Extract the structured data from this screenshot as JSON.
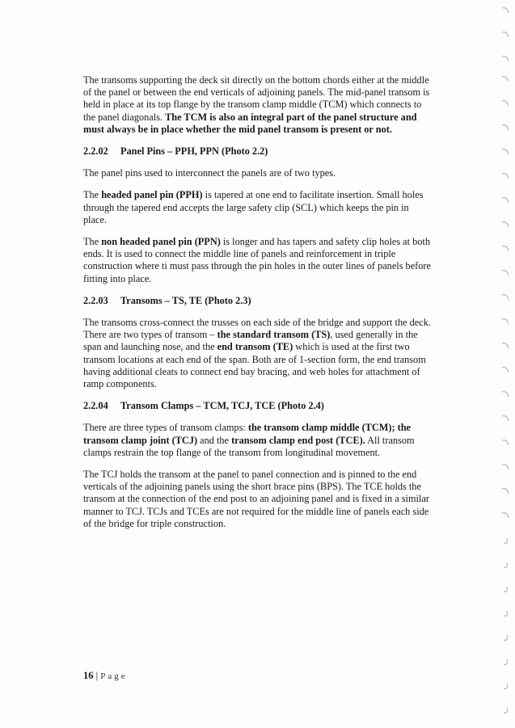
{
  "paragraphs": {
    "intro": {
      "plain": "The transoms supporting the deck sit directly on the bottom chords either at the middle of the panel or between the end verticals of adjoining panels. The mid-panel transom is held in place at its top flange by the transom clamp middle (TCM) which connects to the panel diagonals. ",
      "bold": "The TCM is also an integral part of the panel structure and must always be in place whether the mid panel transom is present or not."
    },
    "pins_intro": "The panel pins used to interconnect the panels are of two types.",
    "pph": {
      "pre": "The ",
      "bold": "headed panel pin (PPH)",
      "post": " is tapered at one end to facilitate insertion. Small holes through the tapered end accepts the large safety clip (SCL) which keeps the pin in place."
    },
    "ppn": {
      "pre": "The ",
      "bold": "non headed panel pin (PPN)",
      "post": " is longer and has tapers and safety clip holes at both ends. It is used to connect the middle line of panels and reinforcement in triple construction where ti must pass through the pin holes in the outer lines of panels before fitting into place."
    },
    "transoms": {
      "a": "The transoms cross-connect the trusses on each side of the bridge and support the deck. There are two types of transom – ",
      "b_bold": "the standard transom (TS)",
      "c": ", used generally in the span and launching nose, and the ",
      "d_bold": "end transom (TE)",
      "e": " which is used at the first two transom locations at each end of the span. Both are of 1-section form, the end transom having additional cleats to connect end bay bracing, and web holes for attachment of ramp components."
    },
    "clamps": {
      "a": "There are three types of transom clamps: ",
      "b_bold": "the transom clamp middle (TCM); the transom clamp joint (TCJ)",
      "c": " and the ",
      "d_bold": "transom clamp end post (TCE).",
      "e": " All transom clamps restrain the top flange of the transom from longitudinal movement."
    },
    "tcj": "The TCJ holds the transom at the panel to panel connection and is pinned to the end verticals of the adjoining panels using the short brace pins (BPS). The TCE holds the transom at the connection of the end post to an adjoining panel and is fixed in a similar manner to TCJ. TCJs and TCEs are not required for the middle line of panels each side of the bridge for triple construction."
  },
  "headings": {
    "pins": {
      "num": "2.2.02",
      "title": "Panel Pins – PPH, PPN  (Photo 2.2)"
    },
    "transoms": {
      "num": "2.2.03",
      "title": "Transoms – TS, TE  (Photo 2.3)"
    },
    "clamps": {
      "num": "2.2.04",
      "title": "Transom Clamps – TCM, TCJ, TCE  (Photo 2.4)"
    }
  },
  "footer": {
    "page": "16",
    "sep": " | ",
    "word": "Page"
  }
}
